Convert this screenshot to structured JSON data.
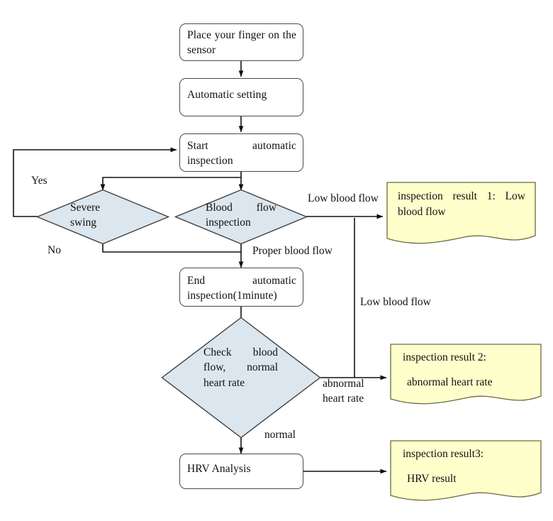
{
  "diagram": {
    "type": "flowchart",
    "title": "Automatic blood-flow / HRV inspection flow",
    "colors": {
      "decision_fill": "#dce6ee",
      "document_fill": "#ffffcc",
      "process_fill": "#ffffff",
      "stroke": "#4a4a4a",
      "edge": "#1a1a1a",
      "text": "#111111"
    }
  },
  "nodes": {
    "place_finger": {
      "label": "Place your finger on the sensor",
      "shape": "process"
    },
    "automatic_setting": {
      "label": "Automatic setting",
      "shape": "process"
    },
    "start_inspection": {
      "label": "Start automatic inspection",
      "shape": "process"
    },
    "severe_swing": {
      "label": "Severe swing",
      "shape": "decision"
    },
    "blood_flow_inspection": {
      "label": "Blood flow inspection",
      "shape": "decision"
    },
    "end_inspection": {
      "label": "End automatic inspection(1minute)",
      "shape": "process"
    },
    "check_blood_flow": {
      "label": "Check blood flow, normal heart rate",
      "shape": "decision"
    },
    "hrv_analysis": {
      "label": "HRV Analysis",
      "shape": "process"
    },
    "result1": {
      "label": "inspection result 1: Low blood flow",
      "shape": "document"
    },
    "result2_line1": {
      "label": "inspection result 2:",
      "shape": "document"
    },
    "result2_line2": {
      "label": "abnormal heart rate",
      "shape": "document"
    },
    "result3_line1": {
      "label": "inspection result3:",
      "shape": "document"
    },
    "result3_line2": {
      "label": "HRV result",
      "shape": "document"
    }
  },
  "edge_labels": {
    "yes": "Yes",
    "no": "No",
    "low_blood_flow_top": "Low blood flow",
    "proper_blood_flow": "Proper blood flow",
    "low_blood_flow_mid": "Low blood flow",
    "abnormal_heart_rate": "abnormal\nheart rate",
    "normal": "normal"
  }
}
